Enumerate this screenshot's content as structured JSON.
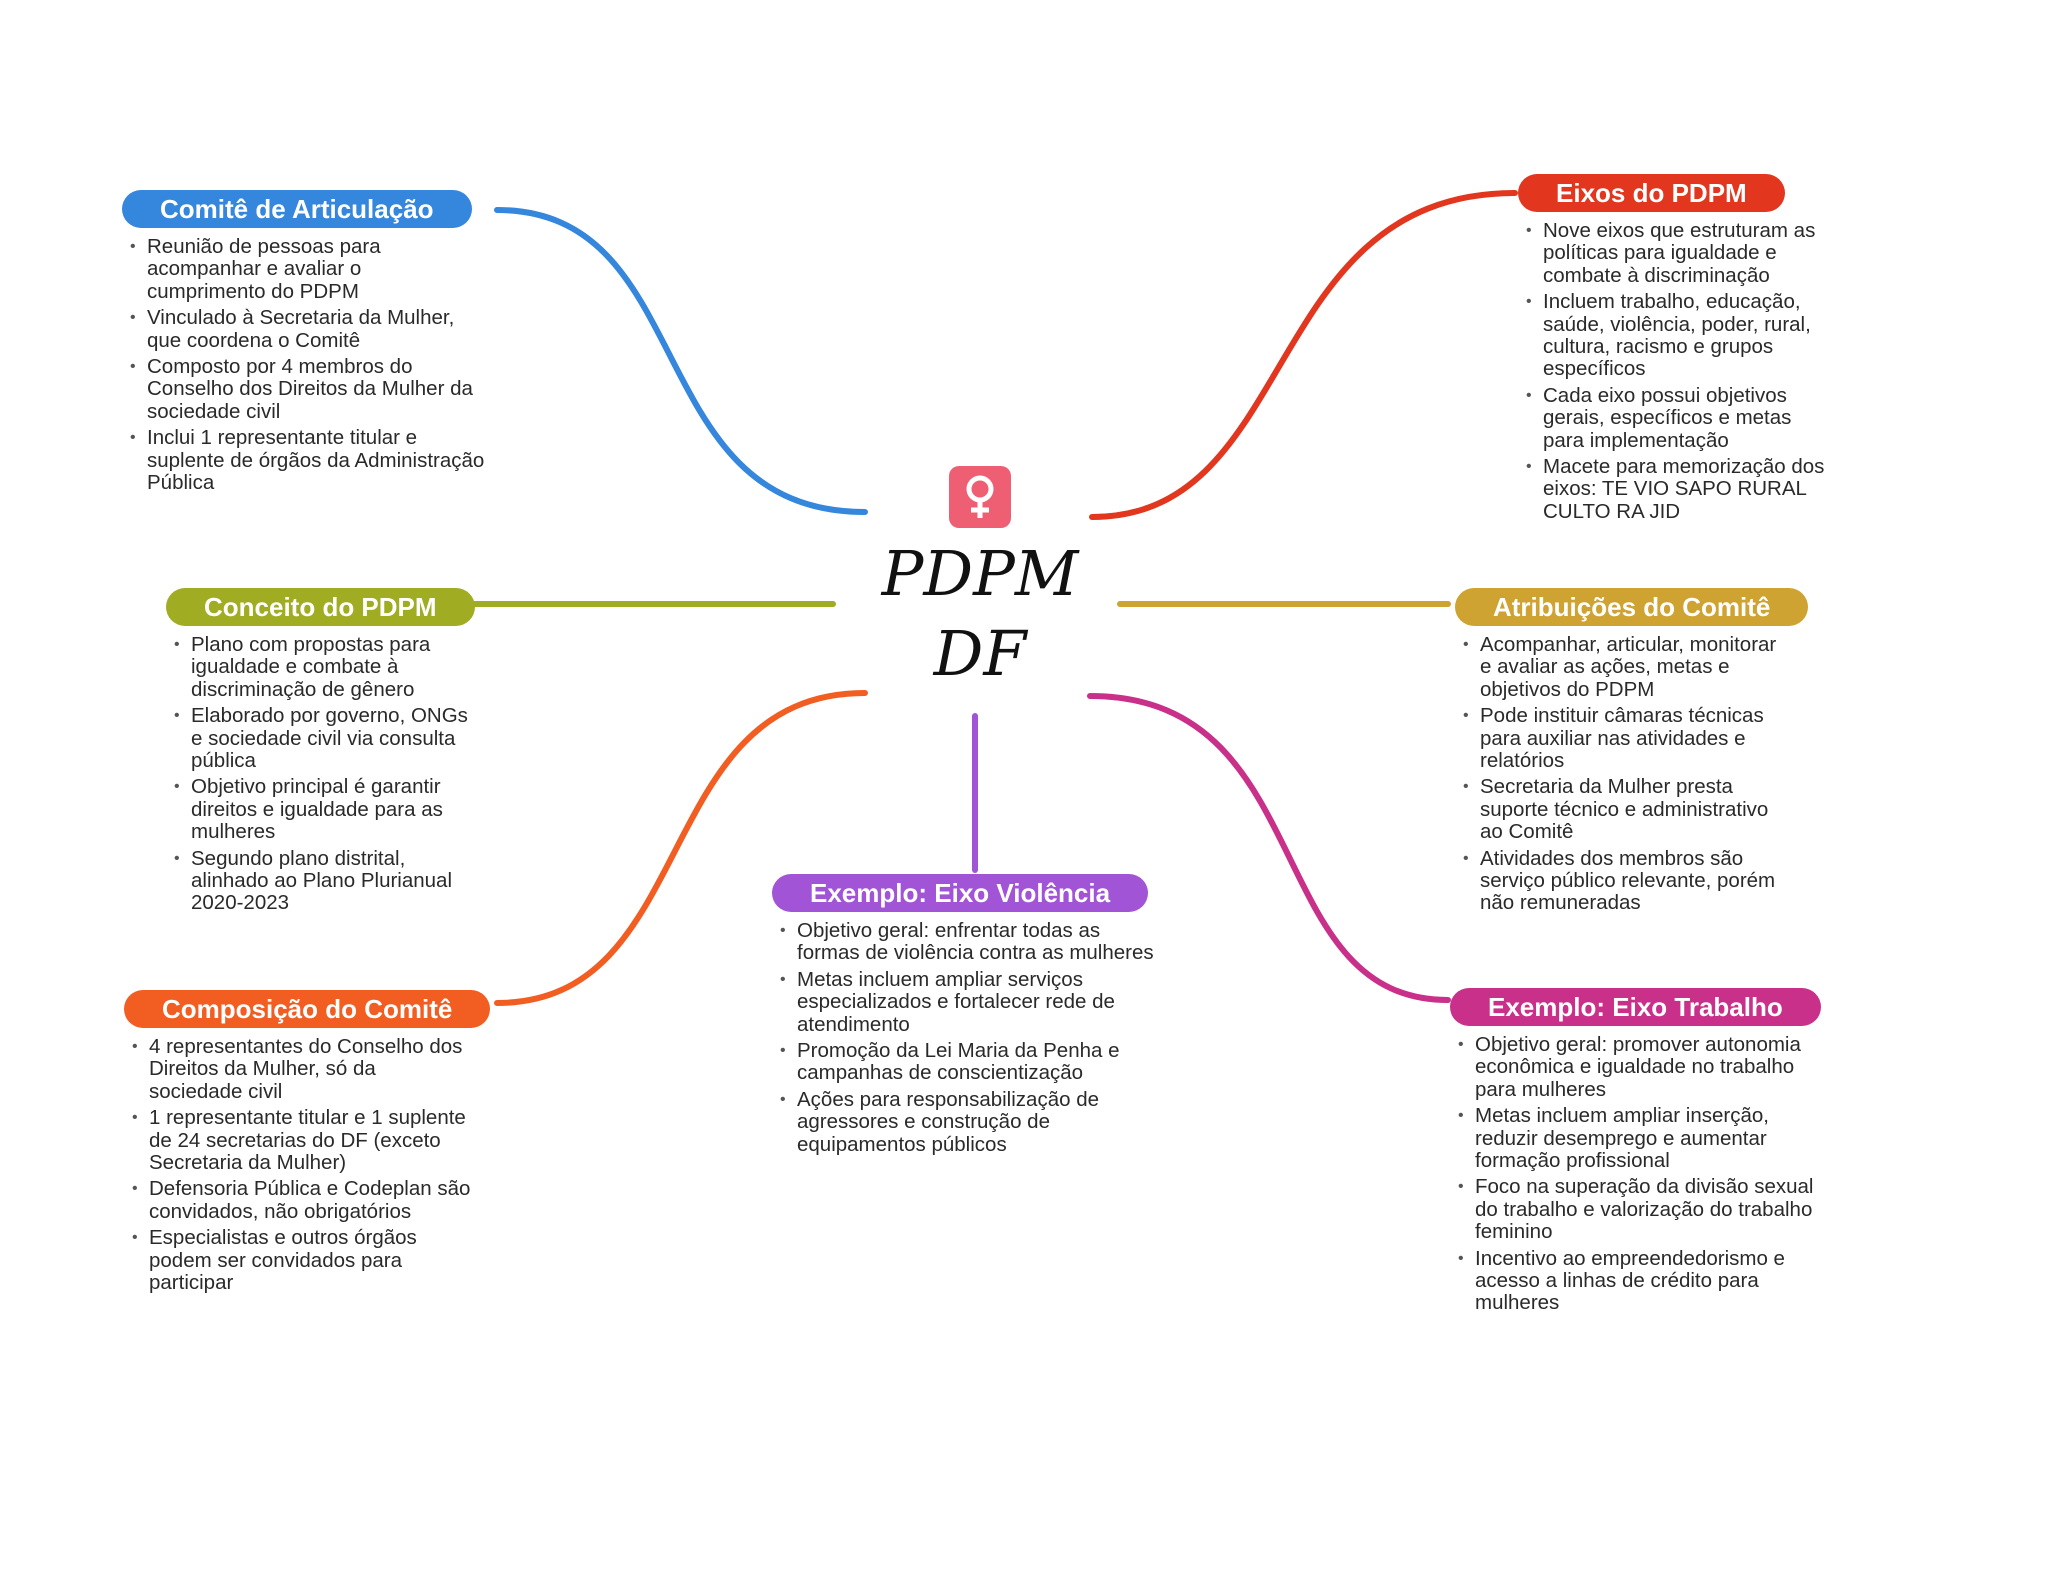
{
  "center": {
    "title_line1": "PDPM",
    "title_line2": "DF",
    "icon": "female-symbol-icon",
    "icon_color": "#ef5f73"
  },
  "branches": [
    {
      "id": "comite-articulacao",
      "title": "Comitê de Articulação",
      "color": "#3487dc",
      "notes": [
        "Reunião de pessoas para acompanhar e avaliar o cumprimento do PDPM",
        "Vinculado à Secretaria da Mulher, que coordena o Comitê",
        "Composto por 4 membros do Conselho dos Direitos da Mulher da sociedade civil",
        "Inclui 1 representante titular e suplente de órgãos da Administração Pública"
      ]
    },
    {
      "id": "conceito-pdpm",
      "title": "Conceito do PDPM",
      "color": "#a0ad23",
      "notes": [
        "Plano com propostas para igualdade e combate à discriminação de gênero",
        "Elaborado por governo, ONGs e sociedade civil via consulta pública",
        "Objetivo principal é garantir direitos e igualdade para as mulheres",
        "Segundo plano distrital, alinhado ao Plano Plurianual 2020-2023"
      ]
    },
    {
      "id": "composicao-comite",
      "title": "Composição do Comitê",
      "color": "#f25d22",
      "notes": [
        "4 representantes do Conselho dos Direitos da Mulher, só da sociedade civil",
        "1 representante titular e 1 suplente de 24 secretarias do DF (exceto Secretaria da Mulher)",
        "Defensoria Pública e Codeplan são convidados, não obrigatórios",
        "Especialistas e outros órgãos podem ser convidados para participar"
      ]
    },
    {
      "id": "eixo-violencia",
      "title": "Exemplo: Eixo Violência",
      "color": "#a155d6",
      "notes": [
        "Objetivo geral: enfrentar todas as formas de violência contra as mulheres",
        "Metas incluem ampliar serviços especializados e fortalecer rede de atendimento",
        "Promoção da Lei Maria da Penha e campanhas de conscientização",
        "Ações para responsabilização de agressores e construção de equipamentos públicos"
      ]
    },
    {
      "id": "eixos-pdpm",
      "title": "Eixos do PDPM",
      "color": "#e2361f",
      "notes": [
        "Nove eixos que estruturam as políticas para igualdade e combate à discriminação",
        "Incluem trabalho, educação, saúde, violência, poder, rural, cultura, racismo e grupos específicos",
        "Cada eixo possui objetivos gerais, específicos e metas para implementação",
        "Macete para memorização dos eixos: TE VIO SAPO RURAL CULTO RA JID"
      ]
    },
    {
      "id": "atribuicoes-comite",
      "title": "Atribuições do Comitê",
      "color": "#cfa331",
      "notes": [
        "Acompanhar, articular, monitorar e avaliar as ações, metas e objetivos do PDPM",
        "Pode instituir câmaras técnicas para auxiliar nas atividades e relatórios",
        "Secretaria da Mulher presta suporte técnico e administrativo ao Comitê",
        "Atividades dos membros são serviço público relevante, porém não remuneradas"
      ]
    },
    {
      "id": "eixo-trabalho",
      "title": "Exemplo: Eixo Trabalho",
      "color": "#c9308a",
      "notes": [
        "Objetivo geral: promover autonomia econômica e igualdade no trabalho para mulheres",
        "Metas incluem ampliar inserção, reduzir desemprego e aumentar formação profissional",
        "Foco na superação da divisão sexual do trabalho e valorização do trabalho feminino",
        "Incentivo ao empreendedorismo e acesso a linhas de crédito para mulheres"
      ]
    }
  ]
}
